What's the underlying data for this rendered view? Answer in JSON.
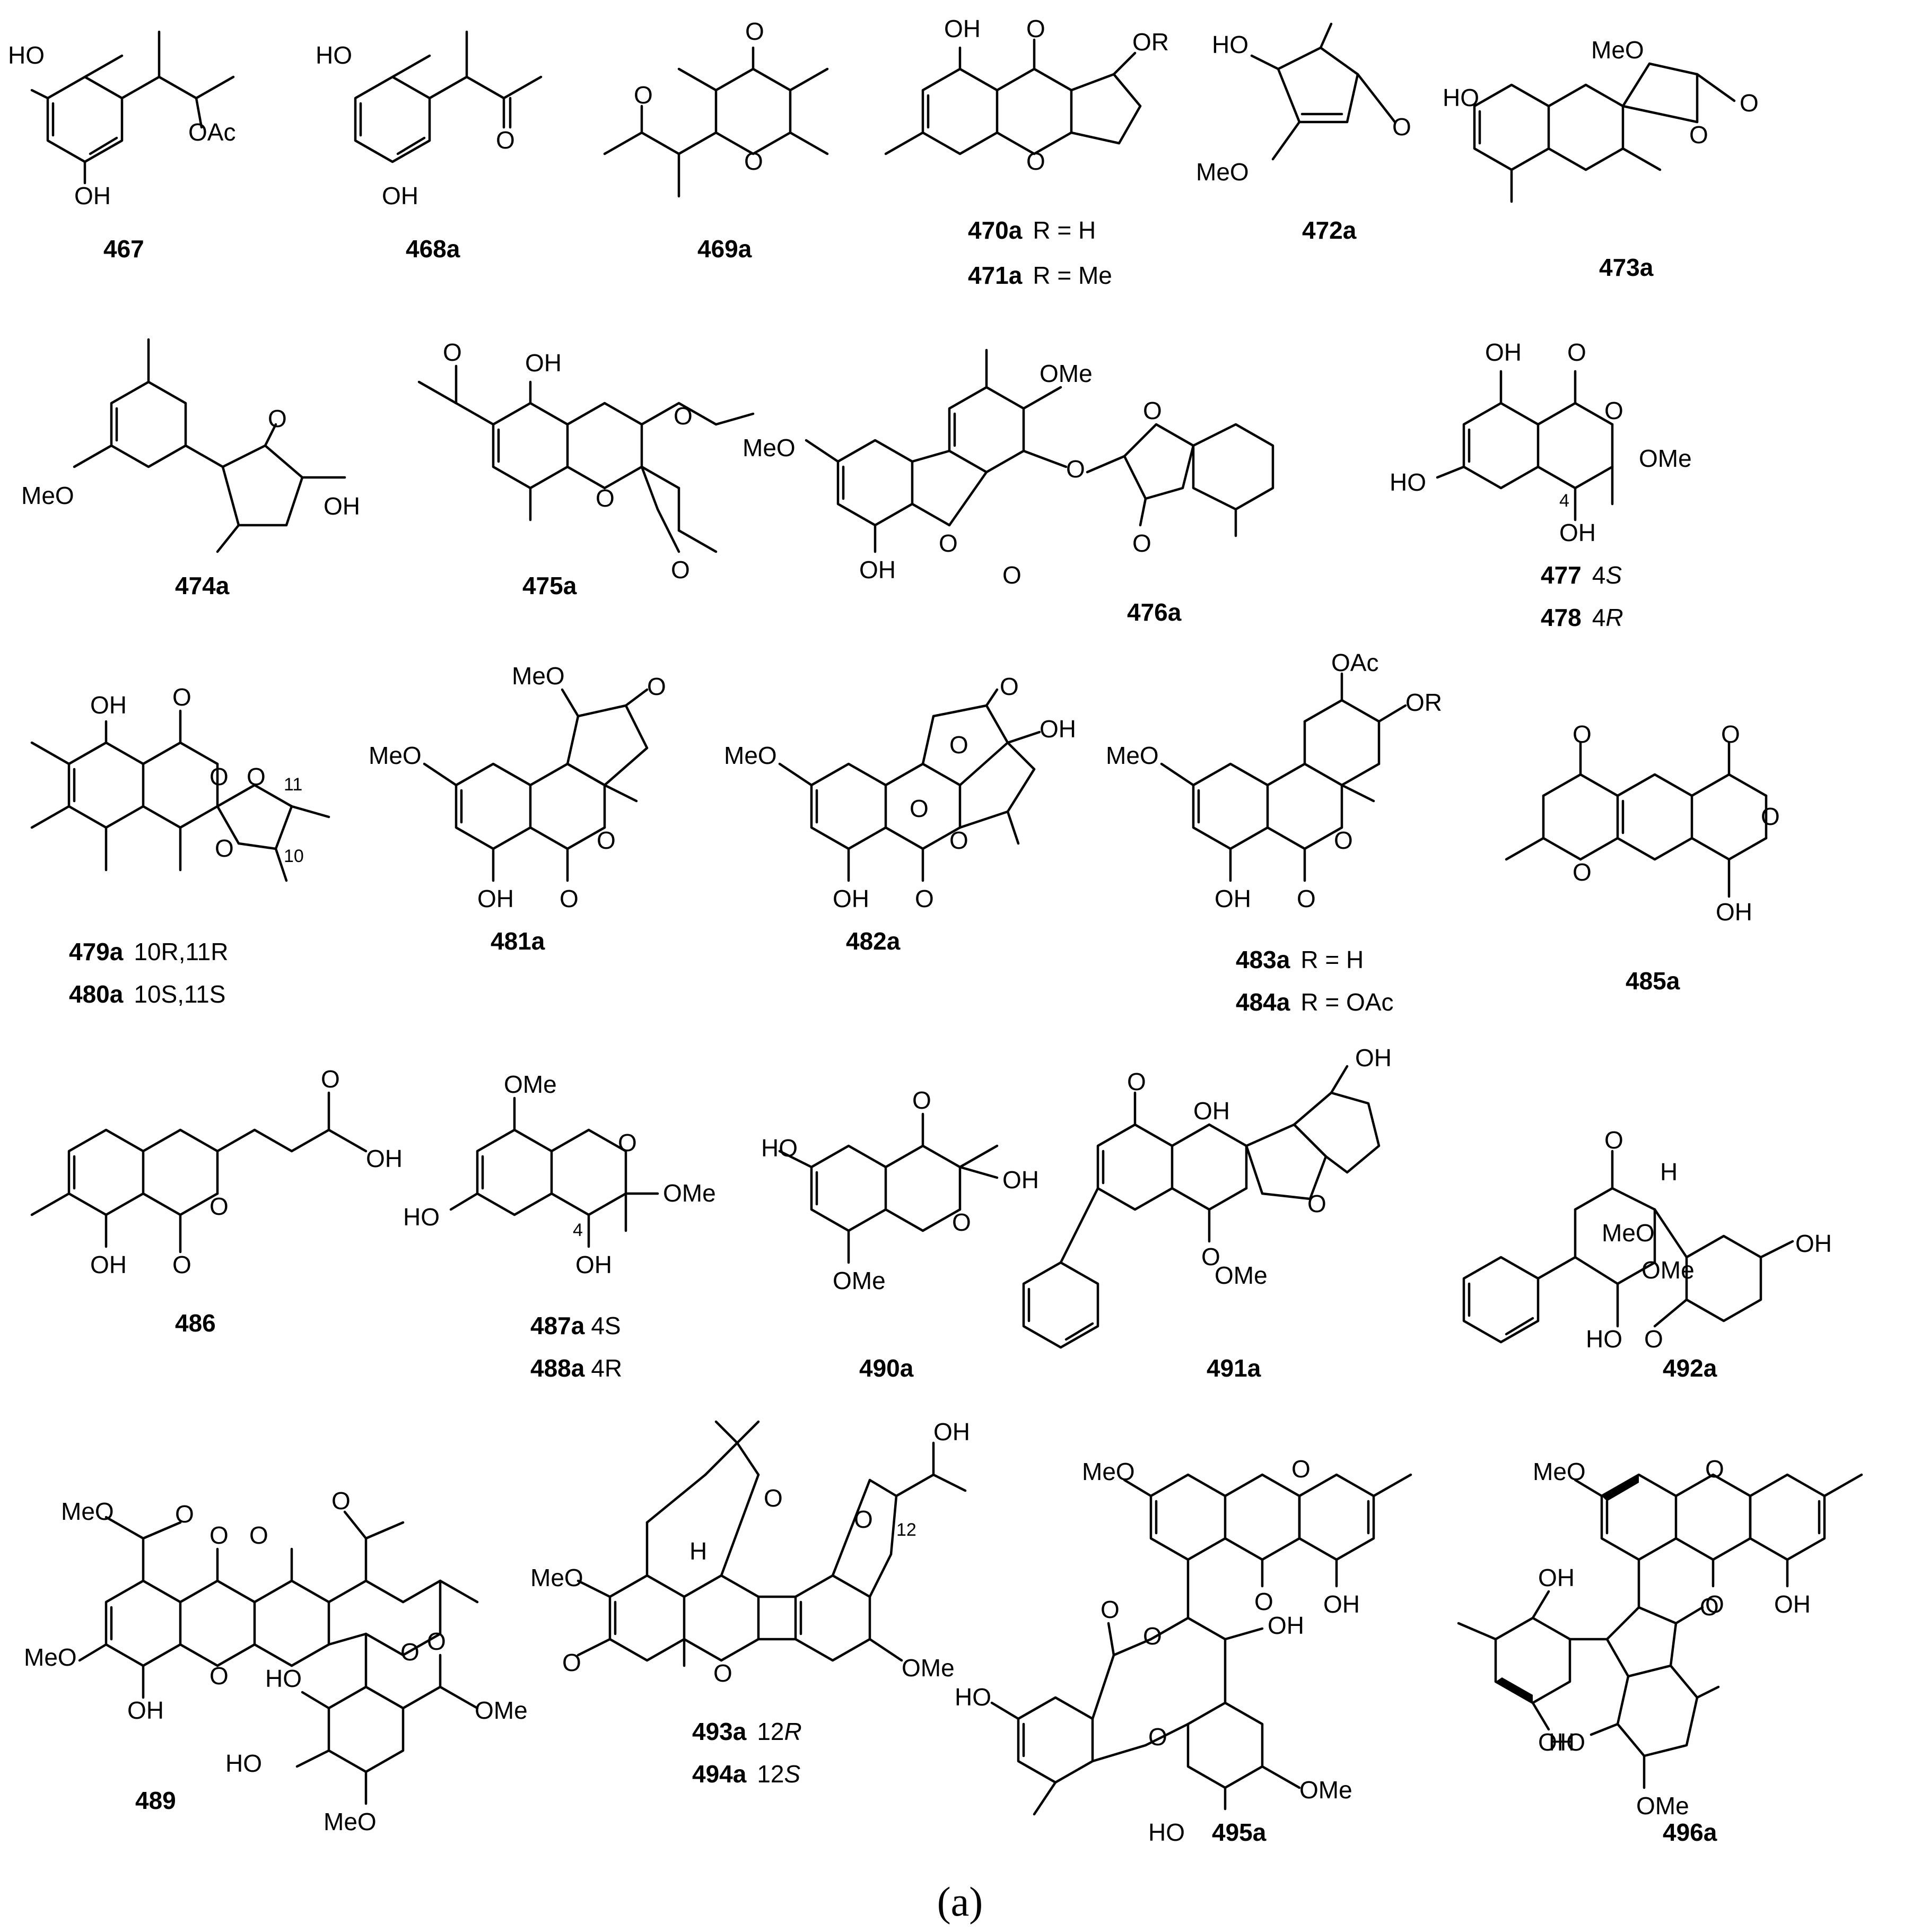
{
  "panel_label": "(a)",
  "compounds": [
    {
      "id": "467",
      "note": ""
    },
    {
      "id": "468a",
      "note": ""
    },
    {
      "id": "469a",
      "note": ""
    },
    {
      "id": "470a",
      "note": "R = H"
    },
    {
      "id": "471a",
      "note": "R = Me"
    },
    {
      "id": "472a",
      "note": ""
    },
    {
      "id": "473a",
      "note": ""
    },
    {
      "id": "474a",
      "note": ""
    },
    {
      "id": "475a",
      "note": ""
    },
    {
      "id": "476a",
      "note": ""
    },
    {
      "id": "477",
      "note_prefix": "4",
      "note_italic": "S"
    },
    {
      "id": "478",
      "note_prefix": "4",
      "note_italic": "R"
    },
    {
      "id": "479a",
      "note": "10R,11R"
    },
    {
      "id": "480a",
      "note": "10S,11S"
    },
    {
      "id": "481a",
      "note": ""
    },
    {
      "id": "482a",
      "note": ""
    },
    {
      "id": "483a",
      "note": "R = H"
    },
    {
      "id": "484a",
      "note": "R = OAc"
    },
    {
      "id": "485a",
      "note": ""
    },
    {
      "id": "486",
      "note": ""
    },
    {
      "id": "487a",
      "note": "4S"
    },
    {
      "id": "488a",
      "note": "4R"
    },
    {
      "id": "490a",
      "note": ""
    },
    {
      "id": "491a",
      "note": ""
    },
    {
      "id": "492a",
      "note": ""
    },
    {
      "id": "489",
      "note": ""
    },
    {
      "id": "493a",
      "note_prefix": "12",
      "note_italic": "R"
    },
    {
      "id": "494a",
      "note_prefix": "12",
      "note_italic": "S"
    },
    {
      "id": "495a",
      "note": ""
    },
    {
      "id": "496a",
      "note": ""
    }
  ],
  "atoms": {
    "oh": "OH",
    "ho": "HO",
    "o": "O",
    "oac": "OAc",
    "or": "OR",
    "ome": "OMe",
    "meo": "MeO",
    "h": "H",
    "n4": "4",
    "n10": "10",
    "n11": "11",
    "n12": "12"
  }
}
